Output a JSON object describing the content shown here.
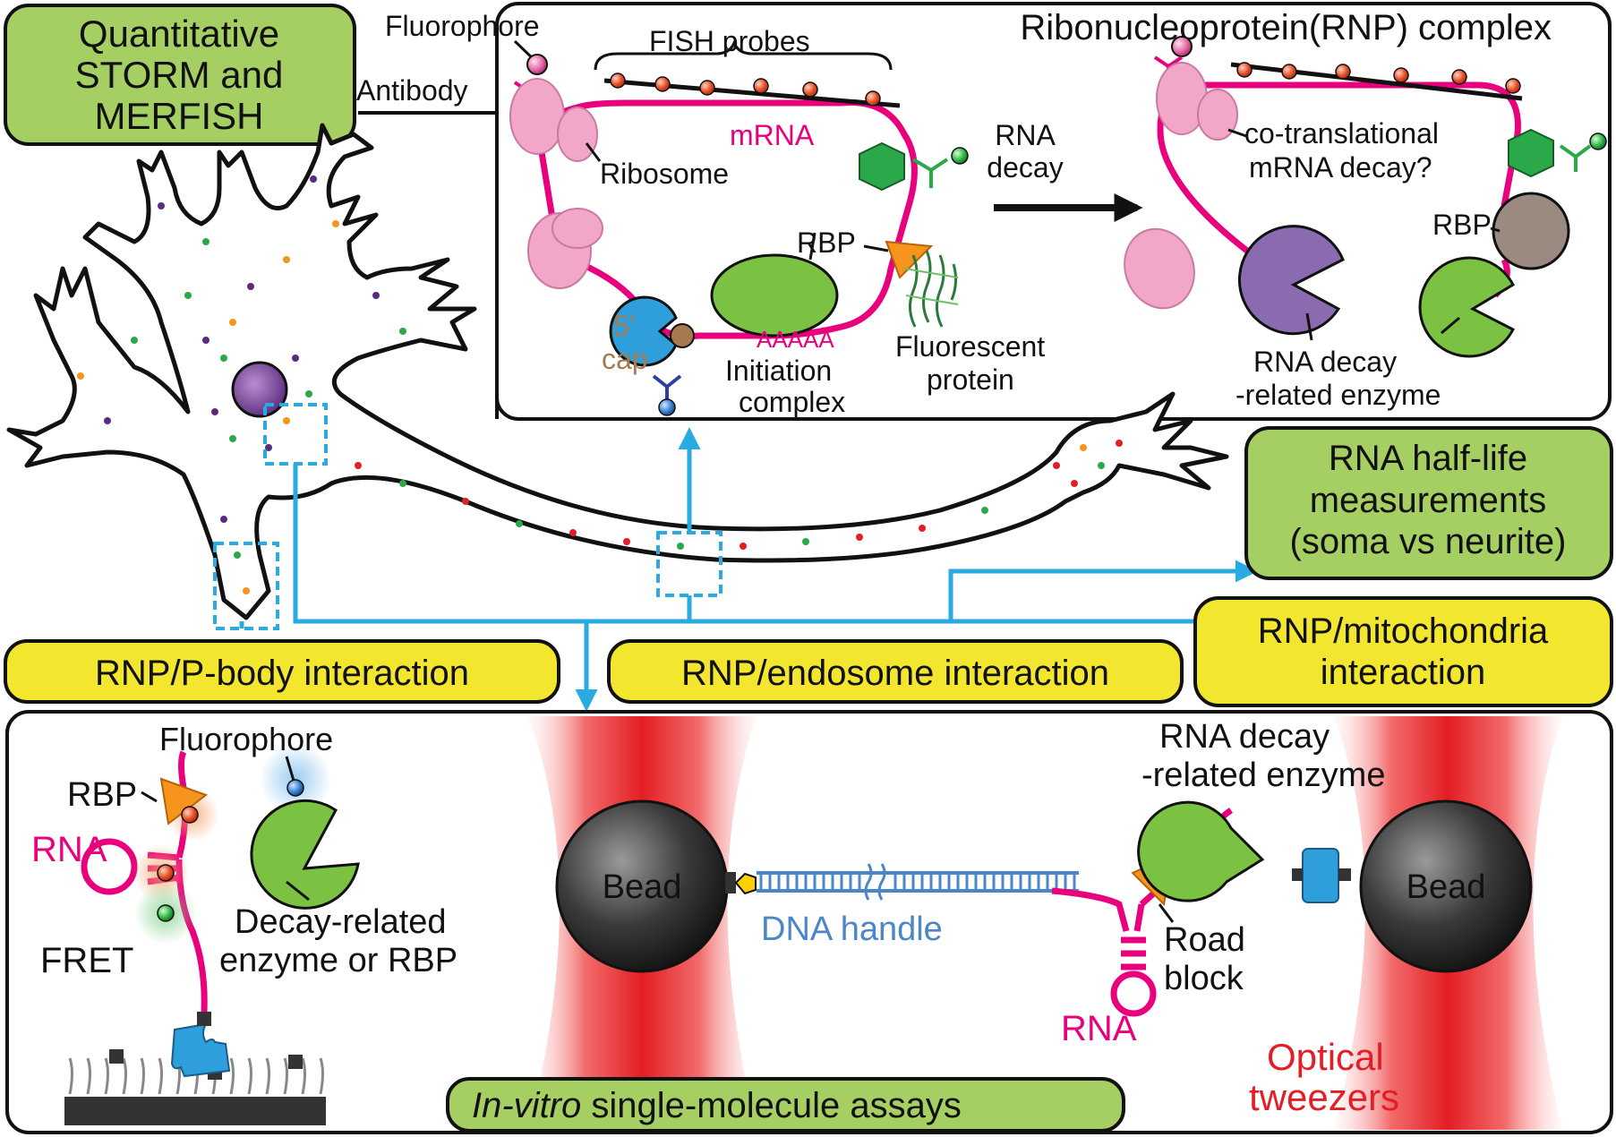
{
  "labels": {
    "quant_title": [
      "Quantitative",
      "STORM and",
      "MERFISH"
    ],
    "rnp_complex": "Ribonucleoprotein(RNP) complex",
    "fluorophore": "Fluorophore",
    "fish_probes": "FISH probes",
    "antibody": "Antibody",
    "mrna": "mRNA",
    "ribosome": "Ribosome",
    "rbp": "RBP",
    "five_prime": "5’",
    "cap": "cap",
    "aaaaa": "AAAAA",
    "initiation": [
      "Initiation",
      "complex"
    ],
    "fluor_protein": [
      "Fluorescent",
      "protein"
    ],
    "rna_decay_arrow": [
      "RNA",
      "decay"
    ],
    "cotranslational": [
      "co-translational",
      "mRNA decay?"
    ],
    "rbp_right": "RBP",
    "decay_enzyme_top": [
      "RNA decay",
      "-related enzyme"
    ],
    "half_life": [
      "RNA half-life",
      "measurements",
      "(soma vs neurite)"
    ],
    "pbody": "RNP/P-body interaction",
    "endosome": "RNP/endosome interaction",
    "mito": [
      "RNP/mitochondria",
      "interaction"
    ],
    "bottom_fluorophore": "Fluorophore",
    "bottom_rbp": "RBP",
    "bottom_rna": "RNA",
    "fret": "FRET",
    "decay_or_rbp": [
      "Decay-related",
      "enzyme or RBP"
    ],
    "bead_left": "Bead",
    "bead_right": "Bead",
    "dna_handle": "DNA handle",
    "decay_enzyme_bottom": [
      "RNA decay",
      "-related enzyme"
    ],
    "road_block": [
      "Road",
      "block"
    ],
    "rna_bottom": "RNA",
    "optical": [
      "Optical",
      "tweezers"
    ],
    "invitro_italic": "In-vitro",
    "invitro_rest": " single-molecule assays"
  },
  "colors": {
    "magenta": "#e8007d",
    "blue_arrow": "#29aae1",
    "green_box": "#a6cf63",
    "yellow_box": "#f3e62f",
    "ribosome_pink": "#f2a6c8",
    "rbp_green": "#7cc242",
    "hex_green": "#2aa84a",
    "orange": "#f7941d",
    "cap_brown": "#a57a4f",
    "init_blue": "#2f9fdc",
    "purple_enzyme": "#8a6bb0",
    "gray_rbp": "#9b8a80",
    "red_beam": "#e31e24",
    "dna_blue": "#4a86c8"
  },
  "icons": {
    "neuron": "neuron-cell-icon",
    "bead": "sphere-bead-icon",
    "pacman": "pacman-enzyme-icon",
    "triangle": "triangle-rbp-icon"
  }
}
